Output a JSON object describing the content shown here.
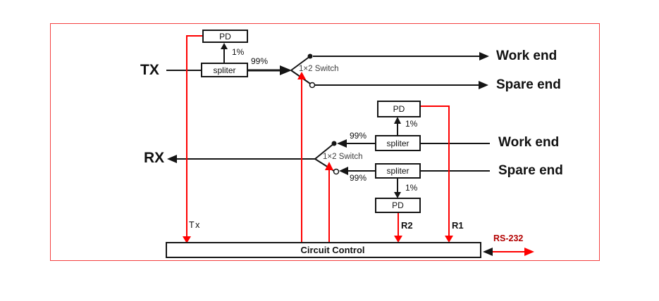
{
  "diagram": {
    "frame_color": "#f44040",
    "line_color": "#151515",
    "signal_color": "#fe0000",
    "tx_section": {
      "source_label": "TX",
      "pd_box": "PD",
      "splitter_box": "spliter",
      "tap_percent": "1%",
      "through_percent": "99%",
      "switch_label": "1×2 Switch",
      "work_end_label": "Work end",
      "spare_end_label": "Spare end"
    },
    "rx_section": {
      "output_label": "RX",
      "switch_label": "1×2 Switch",
      "work_branch": {
        "input_label": "Work end",
        "pd_box": "PD",
        "splitter_box": "spliter",
        "tap_percent": "1%",
        "through_percent": "99%"
      },
      "spare_branch": {
        "input_label": "Spare end",
        "pd_box": "PD",
        "splitter_box": "spliter",
        "tap_percent": "1%",
        "through_percent": "99%"
      }
    },
    "control_section": {
      "controller_label": "Circuit  Control",
      "tx_monitor_label": "Tx",
      "r1_label": "R1",
      "r2_label": "R2",
      "serial_label": "RS-232",
      "serial_label_color": "#b30000"
    }
  }
}
